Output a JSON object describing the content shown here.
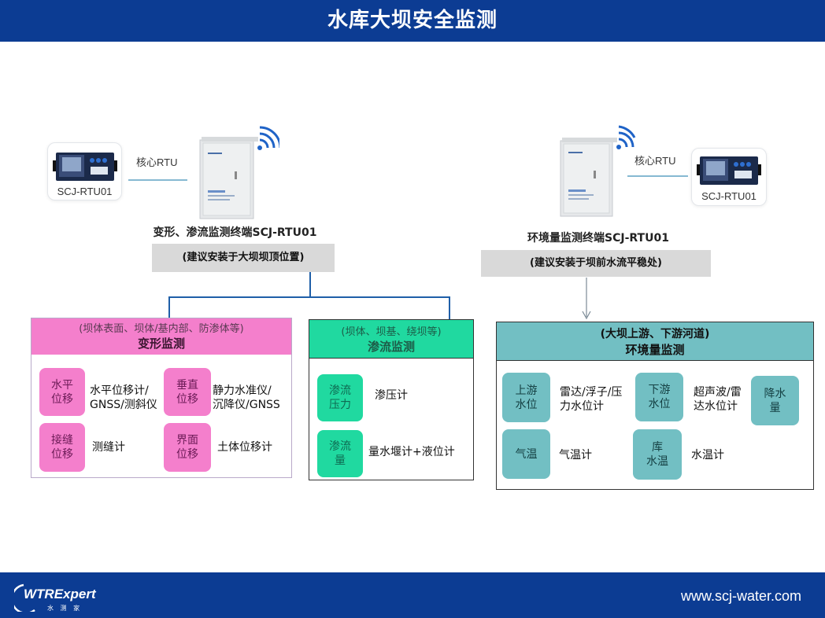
{
  "header": {
    "title": "水库大坝安全监测"
  },
  "footer": {
    "url": "www.scj-water.com",
    "logo": "WTRExpert",
    "logo_sub": "水 测 家"
  },
  "left_unit": {
    "rtu_card_label": "SCJ-RTU01",
    "link_label": "核心RTU",
    "terminal_caption": "变形、渗流监测终端SCJ-RTU01",
    "install_note": "(建议安装于大坝坝顶位置)"
  },
  "right_unit": {
    "rtu_card_label": "SCJ-RTU01",
    "link_label": "核心RTU",
    "terminal_caption": "环境量监测终端SCJ-RTU01",
    "install_note": "(建议安装于坝前水流平稳处)"
  },
  "deformation_panel": {
    "subtitle": "(坝体表面、坝体/基内部、防渗体等)",
    "title": "变形监测",
    "items": [
      {
        "chip": "水平\n位移",
        "desc": "水平位移计/\nGNSS/测斜仪"
      },
      {
        "chip": "垂直\n位移",
        "desc": "静力水准仪/\n沉降仪/GNSS"
      },
      {
        "chip": "接缝\n位移",
        "desc": "测缝计"
      },
      {
        "chip": "界面\n位移",
        "desc": "土体位移计"
      }
    ]
  },
  "seepage_panel": {
    "subtitle": "(坝体、坝基、绕坝等)",
    "title": "渗流监测",
    "items": [
      {
        "chip": "渗流\n压力",
        "desc": "渗压计"
      },
      {
        "chip": "渗流\n量",
        "desc": "量水堰计+液位计"
      }
    ]
  },
  "environment_panel": {
    "subtitle": "(大坝上游、下游河道)",
    "title": "环境量监测",
    "items": [
      {
        "chip": "上游\n水位",
        "desc": "雷达/浮子/压\n力水位计"
      },
      {
        "chip": "下游\n水位",
        "desc": "超声波/雷\n达水位计"
      },
      {
        "chip": "降水\n量",
        "desc": ""
      },
      {
        "chip": "气温",
        "desc": "气温计"
      },
      {
        "chip": "库\n水温",
        "desc": "水温计"
      }
    ]
  },
  "colors": {
    "header_blue": "#0c3c93",
    "deformation_pink": "#f47fcc",
    "seepage_green": "#20d9a0",
    "environment_teal": "#72bfc3",
    "connector_blue": "#1f5fa8"
  }
}
